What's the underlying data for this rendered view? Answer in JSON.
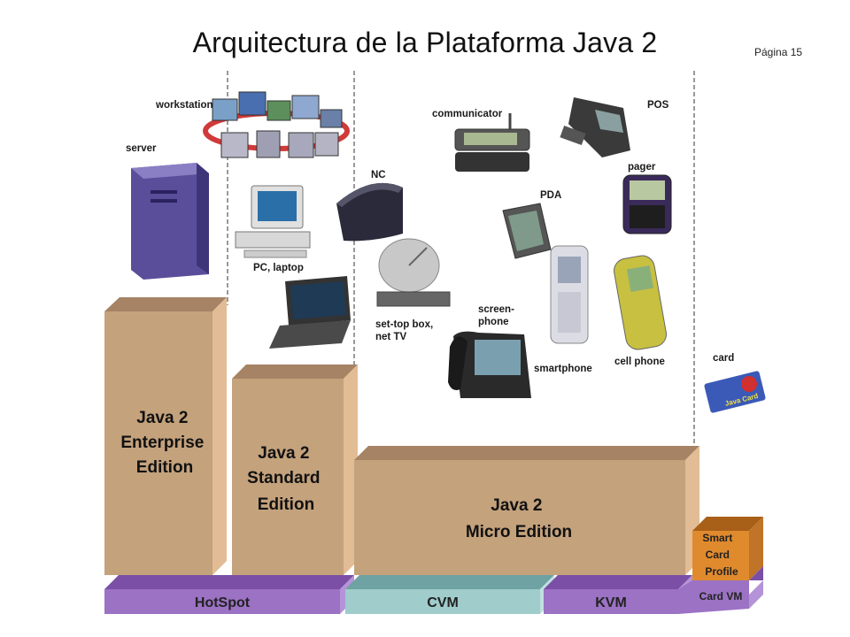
{
  "title": "Arquitectura de la Plataforma Java 2",
  "page_label": "Página 15",
  "devices": {
    "workstation": "workstation",
    "server": "server",
    "pc_laptop": "PC, laptop",
    "nc": "NC",
    "communicator": "communicator",
    "pos": "POS",
    "pager": "pager",
    "pda": "PDA",
    "settop_1": "set-top box,",
    "settop_2": "net TV",
    "screenphone_1": "screen-",
    "screenphone_2": "phone",
    "smartphone": "smartphone",
    "cellphone": "cell phone",
    "card": "card",
    "javacard": "Java Card"
  },
  "editions": {
    "j2ee": [
      "Java 2",
      "Enterprise",
      "Edition"
    ],
    "j2se": [
      "Java 2",
      "Standard",
      "Edition"
    ],
    "j2me": [
      "Java 2",
      "Micro Edition"
    ],
    "smart_card": [
      "Smart",
      "Card",
      "Profile"
    ]
  },
  "vms": {
    "hotspot": "HotSpot",
    "cvm": "CVM",
    "kvm": "KVM",
    "cardvm": "Card VM"
  },
  "colors": {
    "edition_face": "#c4a27c",
    "edition_top": "#a58364",
    "edition_side": "#e2bc94",
    "vm_purple": "#9b72c4",
    "vm_purple_top": "#7a4fa5",
    "vm_teal": "#a0cccc",
    "vm_teal_top": "#6fa2a2",
    "smartcard_face": "#e08a2e",
    "smartcard_top": "#a85f18"
  }
}
